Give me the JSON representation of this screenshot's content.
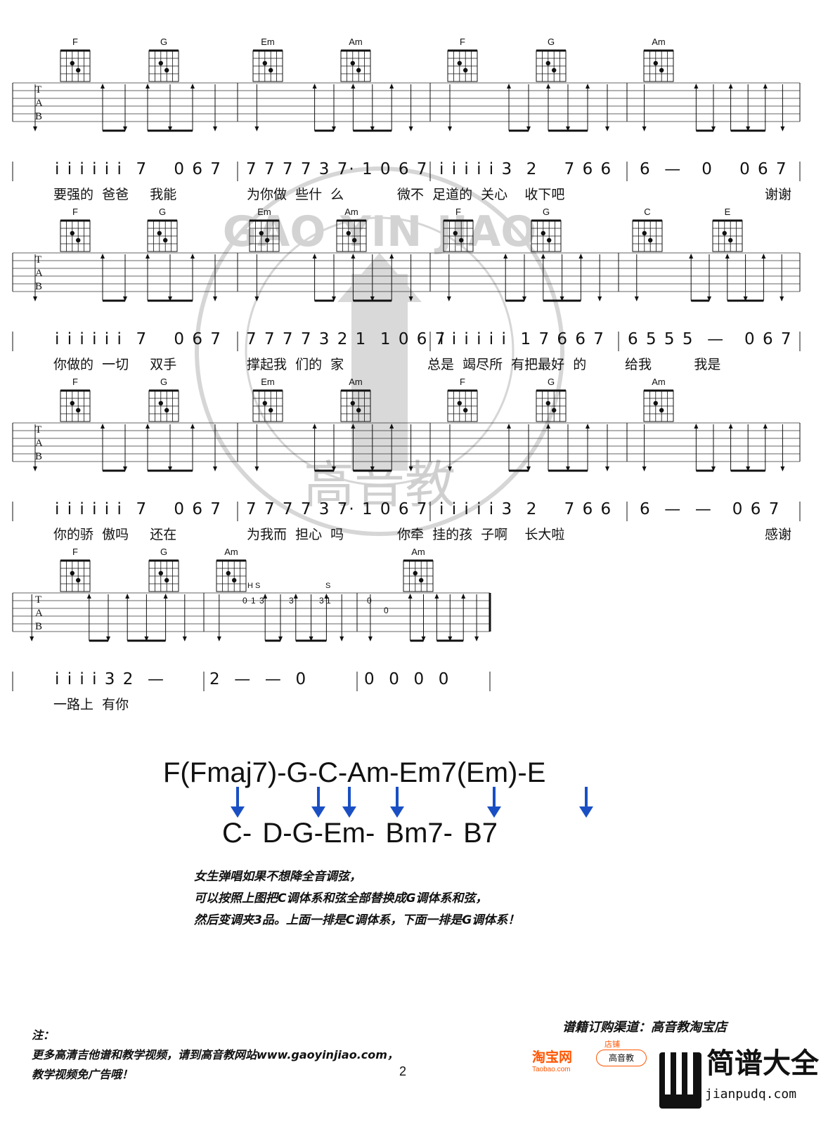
{
  "systems": [
    {
      "chords": [
        "F",
        "G",
        "Em",
        "Am",
        "F",
        "G",
        "Am"
      ],
      "notes": [
        "i i i i i i  7    0 6 7",
        "7 7 7 7 3 7· 1 0 6 7",
        "i i i i i 3  2    7 6 6",
        "6  —   0    0 6 7"
      ],
      "lyrics": [
        "要强的  爸爸     我能",
        "为你做  些什  么",
        "微不  足道的  关心    收下吧",
        "谢谢"
      ]
    },
    {
      "chords": [
        "F",
        "G",
        "Em",
        "Am",
        "F",
        "G",
        "C",
        "E"
      ],
      "notes": [
        "i i i i i i  7    0 6 7",
        "7 7 7 7 3 2 1  1 0 6 7",
        "i i i i i i  1 7 6 6 7",
        "6 5 5 5  —   0 6 7"
      ],
      "lyrics": [
        "你做的  一切     双手",
        "撑起我  们的  家",
        "总是  竭尽所  有把最好  的",
        "给我          我是"
      ]
    },
    {
      "chords": [
        "F",
        "G",
        "Em",
        "Am",
        "F",
        "G",
        "Am"
      ],
      "notes": [
        "i i i i i i  7    0 6 7",
        "7 7 7 7 3 7· 1 0 6 7",
        "i i i i i 3  2    7 6 6",
        "6  —  —   0 6 7"
      ],
      "lyrics": [
        "你的骄  傲吗     还在",
        "为我而  担心  吗",
        "你牵  挂的孩  子啊    长大啦",
        "感谢"
      ]
    },
    {
      "chords": [
        "F",
        "G",
        "Am",
        "Am"
      ],
      "tab_marks": [
        "H S",
        "S"
      ],
      "tab_numbers": [
        "0 1 3",
        "3",
        "3 1",
        "0",
        "0"
      ],
      "notes": [
        "i i i i 3 2  —",
        "2  —  —  0",
        "0  0  0  0"
      ],
      "lyrics": [
        "一路上  有你"
      ]
    }
  ],
  "chord_progression": {
    "top": "F(Fmaj7)-G-C-Am-Em7(Em)-E",
    "bottom": "C-   D-G-Em-   Bm7-   B7"
  },
  "instructions": [
    "女生弹唱如果不想降全音调弦，",
    "可以按照上图把C调体系和弦全部替换成G调体系和弦，",
    "然后变调夹3品。上面一排是C调体系，下面一排是G调体系！"
  ],
  "footer": {
    "note_label": "注：",
    "note_lines": [
      "更多高清吉他谱和教学视频，请到高音教网站www.gaoyinjiao.com，",
      "教学视频免广告哦！"
    ],
    "page_number": "2",
    "shop_title": "谱籍订购渠道：高音教淘宝店",
    "taobao_logo": "淘宝网",
    "taobao_url": "Taobao.com",
    "shop_label": "店铺",
    "shop_name": "高音教",
    "site_title": "简谱大全",
    "site_url": "jianpudq.com"
  },
  "watermark": {
    "text": "高音教",
    "arc_text": "GAO YIN JIAO"
  },
  "colors": {
    "arrow": "#1a4fc4",
    "taobao": "#ff5500",
    "watermark": "#c8c8c8"
  }
}
